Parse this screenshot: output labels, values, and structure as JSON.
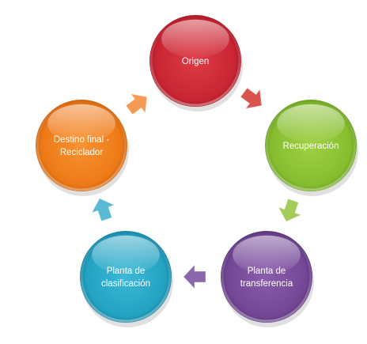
{
  "diagram": {
    "type": "cycle",
    "nodes": [
      {
        "id": "origen",
        "lines": [
          "Origen"
        ],
        "color": "#d62f3a"
      },
      {
        "id": "recuperacion",
        "lines": [
          "Recuperación"
        ],
        "color": "#8fc63a"
      },
      {
        "id": "planta-transferencia",
        "lines": [
          "Planta de",
          "transferencia"
        ],
        "color": "#7d4e9e"
      },
      {
        "id": "planta-clasificacion",
        "lines": [
          "Planta de",
          "clasificación"
        ],
        "color": "#2aa8c7"
      },
      {
        "id": "destino-final",
        "lines": [
          "Destino final -",
          "Reciclador"
        ],
        "color": "#f0811f"
      }
    ],
    "connectors": [
      {
        "from": "origen",
        "to": "recuperacion",
        "color": "#d9534f"
      },
      {
        "from": "recuperacion",
        "to": "planta-transferencia",
        "color": "#a4cc5a"
      },
      {
        "from": "planta-transferencia",
        "to": "planta-clasificacion",
        "color": "#8a67ab"
      },
      {
        "from": "planta-clasificacion",
        "to": "destino-final",
        "color": "#5ab9d3"
      },
      {
        "from": "destino-final",
        "to": "origen",
        "color": "#f59a55"
      }
    ]
  }
}
